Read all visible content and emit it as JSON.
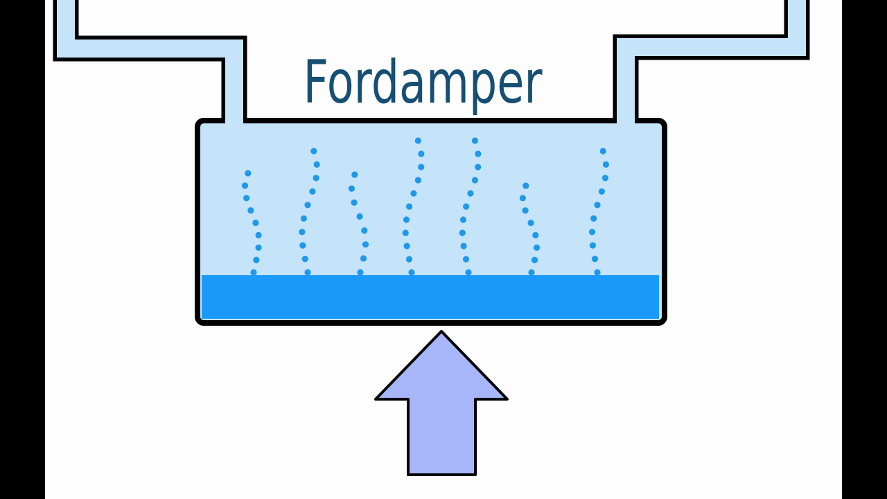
{
  "title": "Fordamper",
  "colors": {
    "frame": "#000000",
    "canvas": "#fdfdfd",
    "pipe": "#c5e3f9",
    "tank": "#c5e3f9",
    "liquid": "#1a9bfb",
    "bubbles": "#1e98e8",
    "arrow": "#a7b6f8",
    "title": "#164f73",
    "outline": "#000000"
  },
  "icons": [
    "vapor-bubbles",
    "heat-arrow"
  ]
}
